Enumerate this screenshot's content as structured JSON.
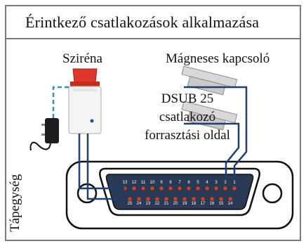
{
  "title": "Érintkező csatlakozások alkalmazása",
  "labels": {
    "siren": "Sziréna",
    "magnetic_switch": "Mágneses kapcsoló",
    "dsub": "DSUB 25 csatlakozó forrasztási oldal",
    "power_supply": "Tápegység"
  },
  "connector": {
    "top_row": [
      "13",
      "12",
      "11",
      "10",
      "9",
      "8",
      "7",
      "6",
      "5",
      "4",
      "3",
      "2",
      "1"
    ],
    "bottom_row": [
      "25",
      "24",
      "23",
      "22",
      "21",
      "20",
      "19",
      "18",
      "17",
      "16",
      "15",
      "14"
    ]
  },
  "colors": {
    "border": "#7a7a7a",
    "wire": "#1f3f73",
    "dashed_wire": "#3a8fb5",
    "pin_dot": "#e23a1f",
    "connector_fill": "#2a3a55"
  }
}
